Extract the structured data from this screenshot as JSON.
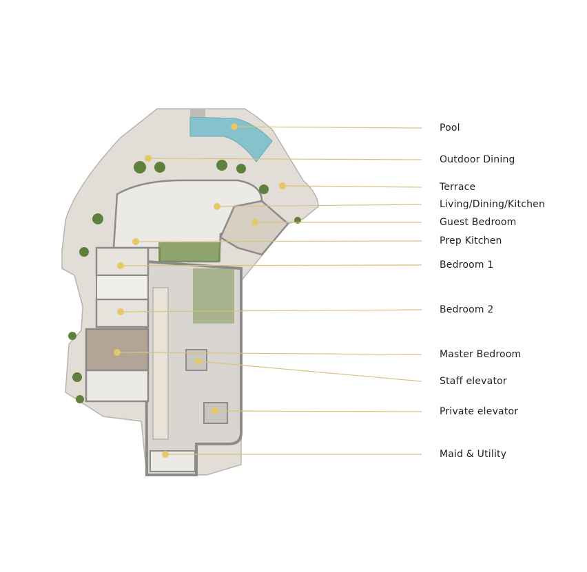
{
  "colors": {
    "leader": "#d9c27a",
    "marker": "#e5c868",
    "terrace": "#e2ded7",
    "wall": "#8d8b89",
    "pool": "#86c2cd",
    "wood": "#a99a8c",
    "corridor": "#d9d6d1",
    "greenery": "#5f7f3d"
  },
  "labels": [
    {
      "id": "pool",
      "text": "Pool"
    },
    {
      "id": "outdoor-dining",
      "text": "Outdoor Dining"
    },
    {
      "id": "terrace",
      "text": "Terrace"
    },
    {
      "id": "living-dining-kitchen",
      "text": "Living/Dining/Kitchen"
    },
    {
      "id": "guest-bedroom",
      "text": "Guest Bedroom"
    },
    {
      "id": "prep-kitchen",
      "text": "Prep Kitchen"
    },
    {
      "id": "bedroom-1",
      "text": "Bedroom 1"
    },
    {
      "id": "bedroom-2",
      "text": "Bedroom 2"
    },
    {
      "id": "master-bedroom",
      "text": "Master Bedroom"
    },
    {
      "id": "staff-elevator",
      "text": "Staff elevator"
    },
    {
      "id": "private-elevator",
      "text": "Private elevator"
    },
    {
      "id": "maid-utility",
      "text": "Maid & Utility"
    }
  ]
}
